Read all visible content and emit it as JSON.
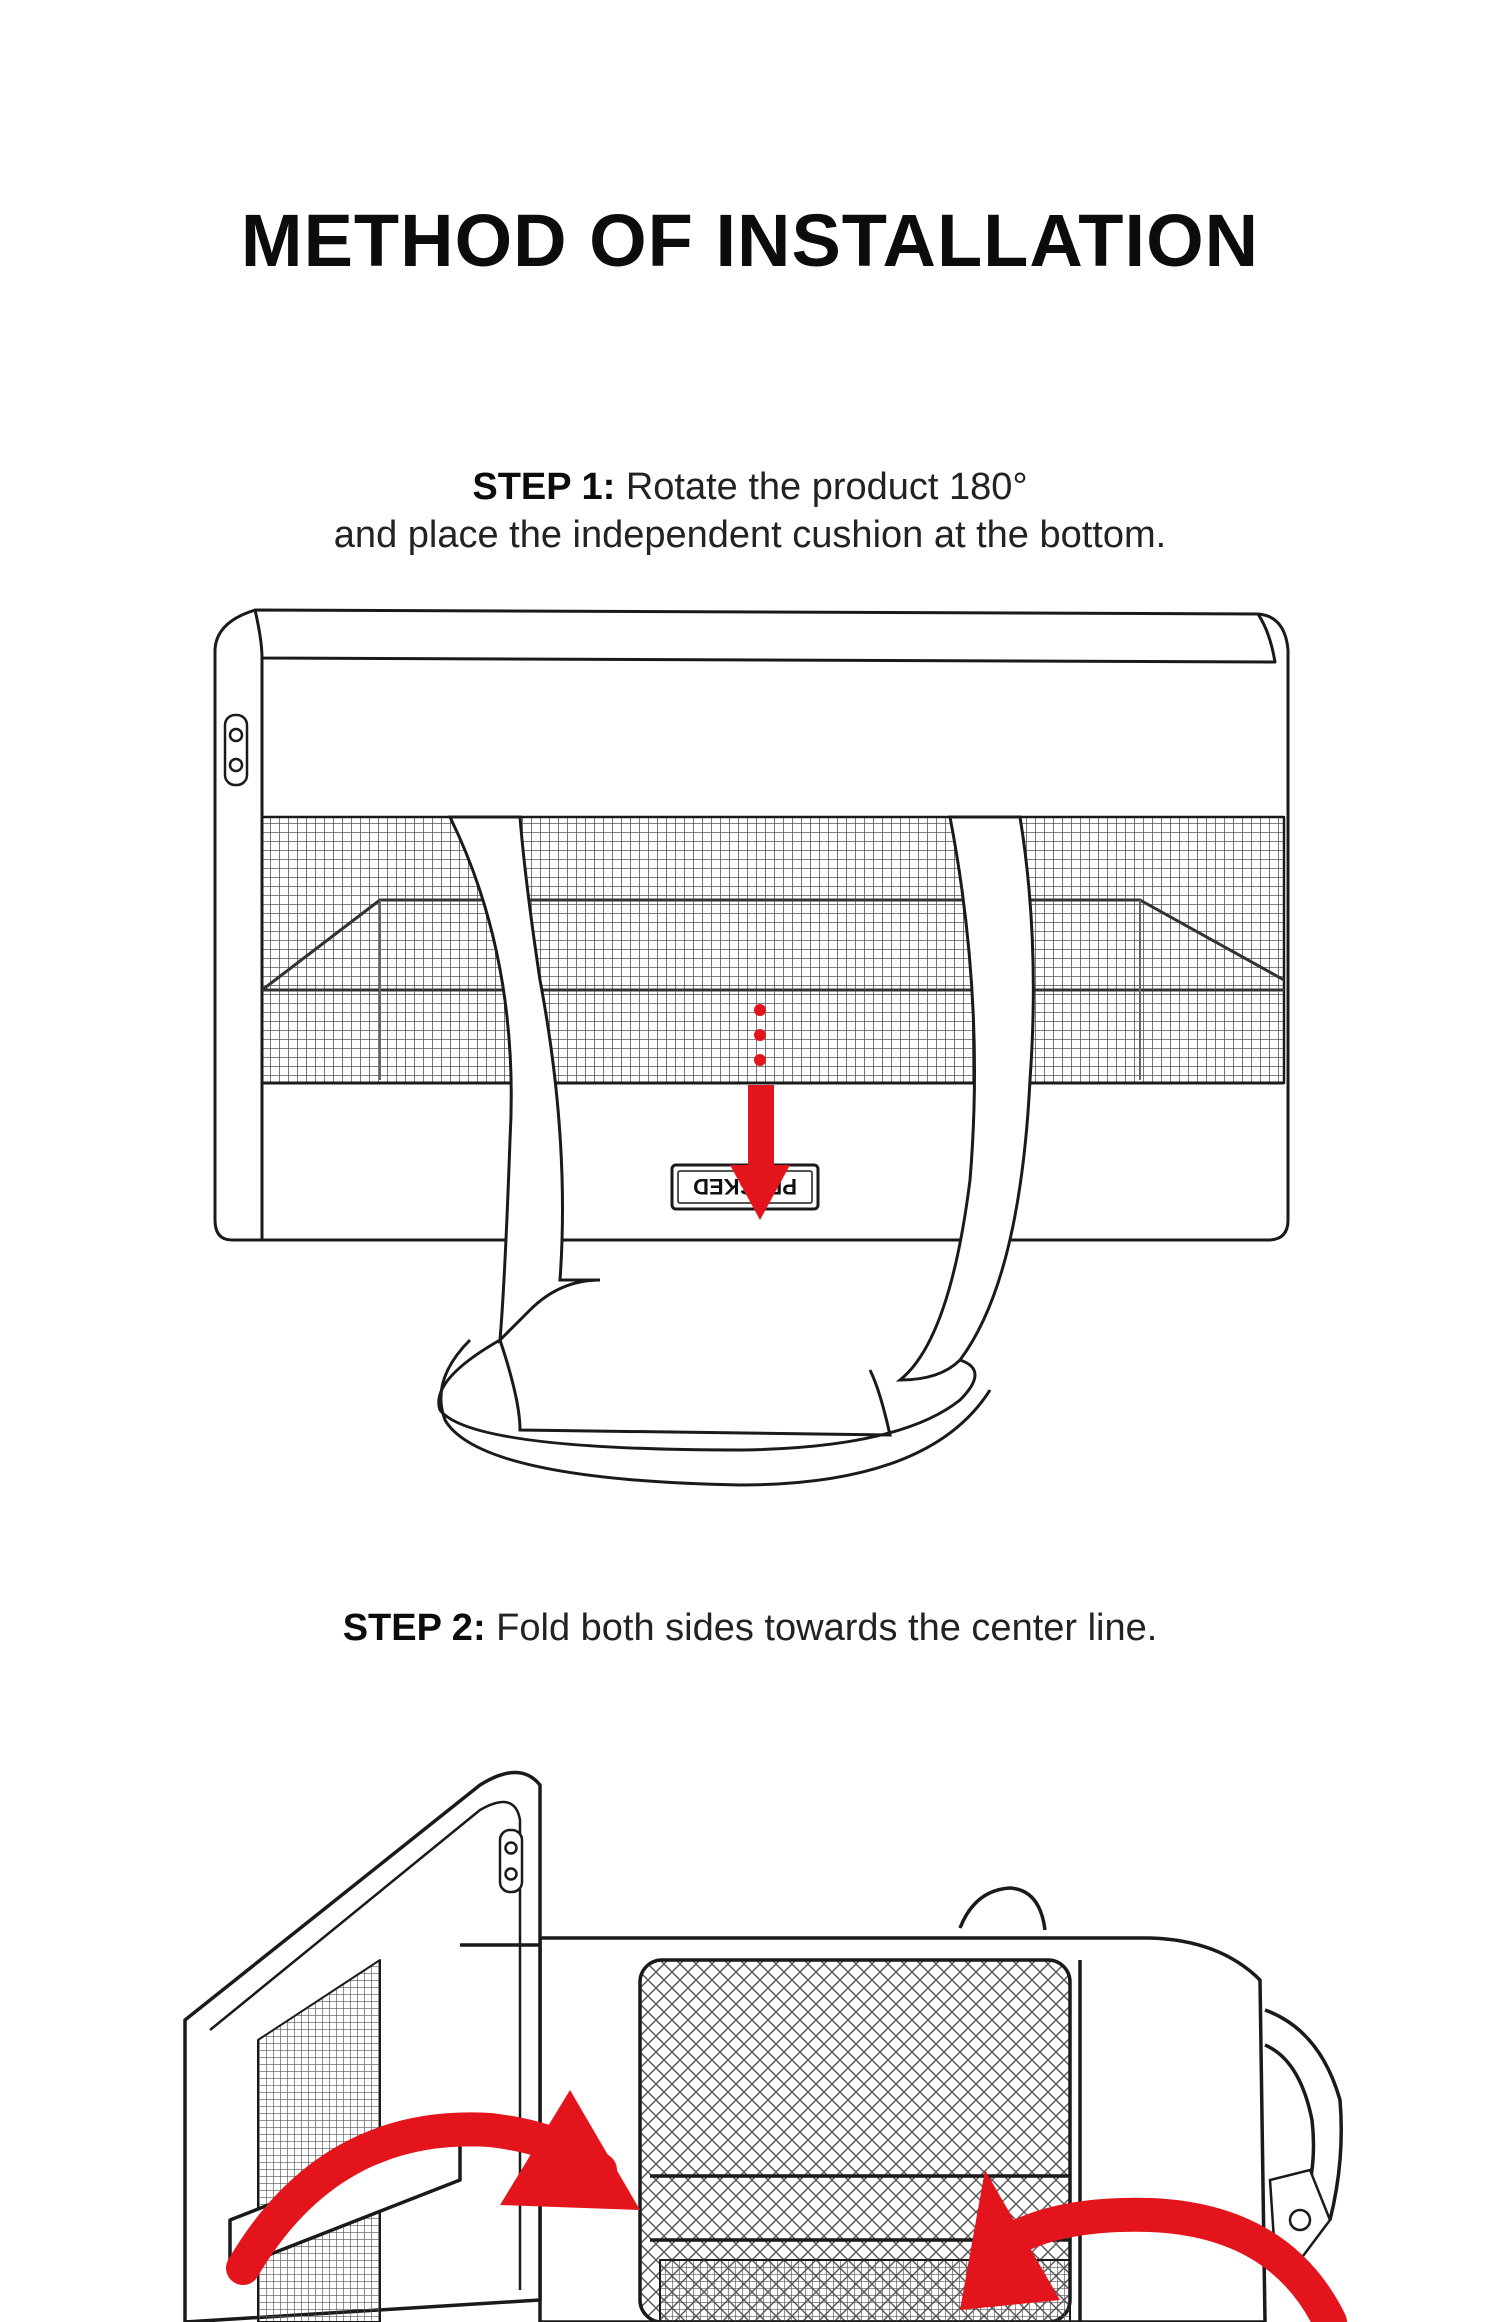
{
  "header": {
    "title": "METHOD OF INSTALLATION"
  },
  "steps": [
    {
      "label": "STEP 1:",
      "text_line1": "Rotate the product 180°",
      "text_line2": "and place the independent cushion at the bottom."
    },
    {
      "label": "STEP 2:",
      "text_line1": "Fold both sides towards the center line."
    }
  ],
  "product": {
    "brand_label": "PETSKED",
    "line_color": "#1a1a1a",
    "mesh_color": "#555555"
  },
  "accent": {
    "arrow_color": "#e3141b"
  },
  "icons": [
    "zipper-pull-icon",
    "down-arrow-icon",
    "curved-arrow-icon"
  ]
}
